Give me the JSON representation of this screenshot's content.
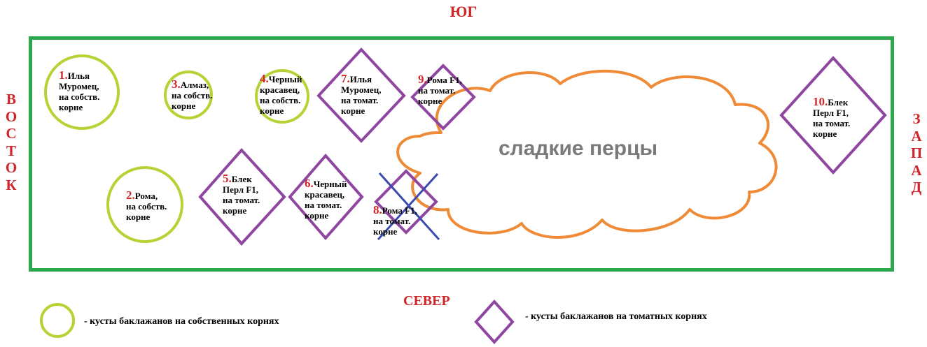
{
  "directions": {
    "south": "ЮГ",
    "north": "СЕВЕР",
    "east_letters": [
      "В",
      "О",
      "С",
      "Т",
      "О",
      "К"
    ],
    "west_letters": [
      "З",
      "А",
      "П",
      "А",
      "Д"
    ]
  },
  "pepper_area": {
    "label": "сладкие перцы"
  },
  "plants": [
    {
      "number": "1.",
      "text": "Илья\nМуромец,\nна собств.\nкорне",
      "type": "own-roots"
    },
    {
      "number": "2.",
      "text": "Рома,\nна собств.\nкорне",
      "type": "own-roots"
    },
    {
      "number": "3.",
      "text": "Алмаз,\nна собств.\nкорне",
      "type": "own-roots"
    },
    {
      "number": "4.",
      "text": "Черный\nкрасавец,\nна собств.\nкорне",
      "type": "own-roots"
    },
    {
      "number": "5.",
      "text": "Блек\nПерл F1,\nна томат.\nкорне",
      "type": "tomato-roots"
    },
    {
      "number": "6.",
      "text": "Черный\nкрасавец,\nна томат.\nкорне",
      "type": "tomato-roots"
    },
    {
      "number": "7.",
      "text": "Илья\nМуромец,\nна томат.\nкорне",
      "type": "tomato-roots"
    },
    {
      "number": "8.",
      "text": "Рома F1,\nна томат.\nкорне",
      "type": "tomato-roots",
      "crossed_out": true
    },
    {
      "number": "9.",
      "text": "Рома F1,\nна томат.\nкорне",
      "type": "tomato-roots"
    },
    {
      "number": "10.",
      "text": "Блек\nПерл F1,\nна томат.\nкорне",
      "type": "tomato-roots"
    }
  ],
  "legend": {
    "own_roots": "- кусты баклажанов на собственных корнях",
    "tomato_roots": "- кусты баклажанов на томатных корнях"
  },
  "colors": {
    "own_roots_circle": "#b5d334",
    "tomato_roots_diamond": "#8e46a0",
    "field_border": "#2ea84c",
    "direction_text": "#d0262a",
    "plant_number": "#d0262a",
    "pepper_cloud": "#ef8a36",
    "cross_out": "#3b4bb0",
    "pepper_label": "#7a7a7a"
  }
}
